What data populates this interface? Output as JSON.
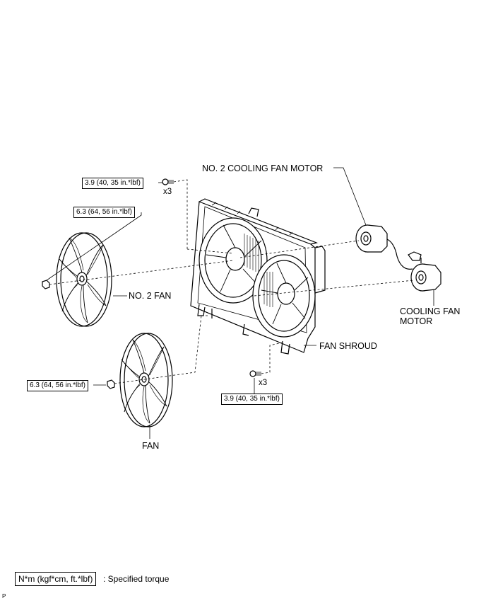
{
  "labels": {
    "no2_cooling_fan_motor": "NO. 2 COOLING FAN MOTOR",
    "no2_fan": "NO. 2 FAN",
    "cooling_fan_motor_line1": "COOLING FAN",
    "cooling_fan_motor_line2": "MOTOR",
    "fan_shroud": "FAN SHROUD",
    "fan": "FAN"
  },
  "torques": {
    "top_bolt": "3.9 (40, 35 in.*lbf)",
    "no2_fan_nut": "6.3 (64, 56 in.*lbf)",
    "fan_nut": "6.3 (64, 56 in.*lbf)",
    "bottom_bolt": "3.9 (40, 35 in.*lbf)"
  },
  "quantities": {
    "top_bolt": "x3",
    "bottom_bolt": "x3"
  },
  "legend": {
    "unit_box": "N*m (kgf*cm, ft.*lbf)",
    "description": ": Specified torque"
  },
  "corner_mark": "P"
}
